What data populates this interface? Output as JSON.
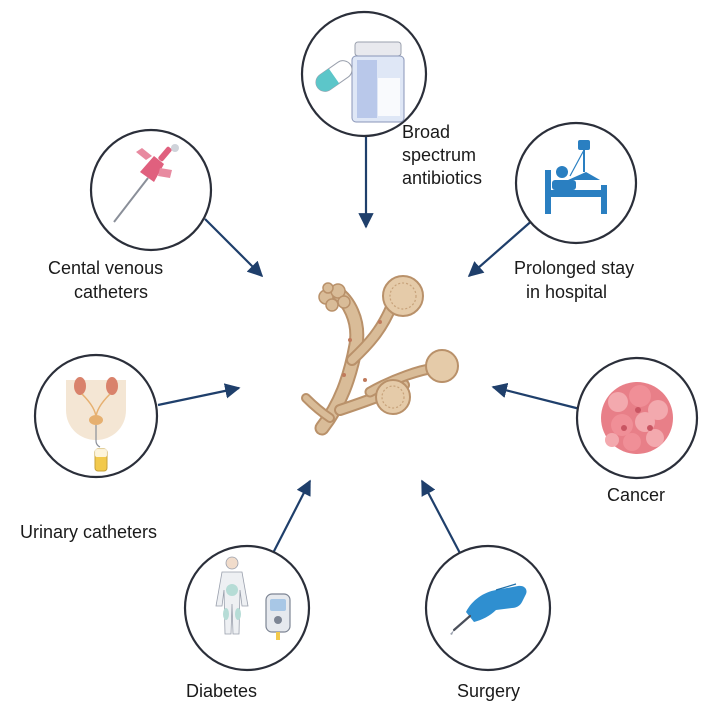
{
  "center": {
    "icon": "fungus-hyphae-icon"
  },
  "factors": [
    {
      "id": "antibiotics",
      "label_lines": [
        "Broad",
        "spectrum",
        "antibiotics"
      ],
      "icon": "pill-and-bottle-icon"
    },
    {
      "id": "central-venous-catheters",
      "label_lines": [
        "Cental venous",
        "catheters"
      ],
      "icon": "iv-cannula-icon"
    },
    {
      "id": "hospital-stay",
      "label_lines": [
        "Prolonged stay",
        "in hospital"
      ],
      "icon": "hospital-bed-icon"
    },
    {
      "id": "urinary-catheters",
      "label_lines": [
        "Urinary catheters"
      ],
      "icon": "urinary-catheter-icon"
    },
    {
      "id": "cancer",
      "label_lines": [
        "Cancer"
      ],
      "icon": "tumor-cells-icon"
    },
    {
      "id": "diabetes",
      "label_lines": [
        "Diabetes"
      ],
      "icon": "glucometer-icon"
    },
    {
      "id": "surgery",
      "label_lines": [
        "Surgery"
      ],
      "icon": "scalpel-hand-icon"
    }
  ],
  "colors": {
    "arrow": "#1f3f6b",
    "circle_stroke": "#2b2f3a",
    "fungus": "#d9bc98",
    "fungus_dark": "#b9916a",
    "pill_teal": "#5cc6c9",
    "bed_blue": "#2a7fc1",
    "catheter_pink": "#e0607e",
    "cancer_red": "#e87f88",
    "glove_blue": "#2f8fd0"
  }
}
